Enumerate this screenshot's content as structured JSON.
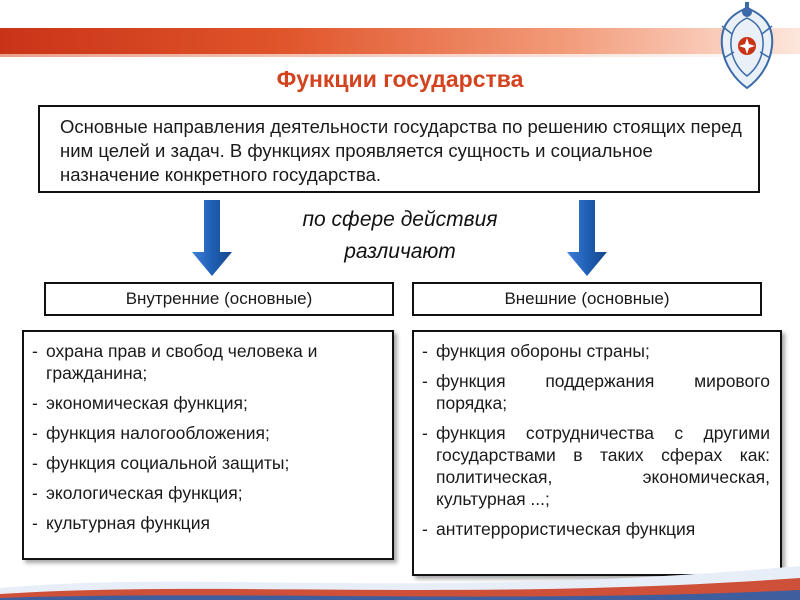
{
  "header": {
    "title": "Функции государства"
  },
  "definition": {
    "text": "Основные направления деятельности государства по решению стоящих перед ним целей и задач. В функциях проявляется сущность и социальное назначение конкретного государства."
  },
  "classification": {
    "line1": "по сфере действия",
    "line2": "различают"
  },
  "columns": [
    {
      "heading": "Внутренние (основные)",
      "items": [
        "охрана прав и свобод человека и гражданина;",
        "экономическая функция;",
        "функция налогообложения;",
        "функция социальной защиты;",
        "экологическая функция;",
        "культурная функция"
      ]
    },
    {
      "heading": "Внешние (основные)",
      "items": [
        "функция обороны страны;",
        "функция поддержания мирового порядка;",
        "функция сотрудничества с другими государствами в таких сферах как: политическая, экономическая, культурная ...;",
        "антитеррористическая функция"
      ]
    }
  ],
  "colors": {
    "title": "#d4431f",
    "band": "#c93418",
    "arrow": "#1f5fb5",
    "emblem": "#3a6aa8"
  }
}
